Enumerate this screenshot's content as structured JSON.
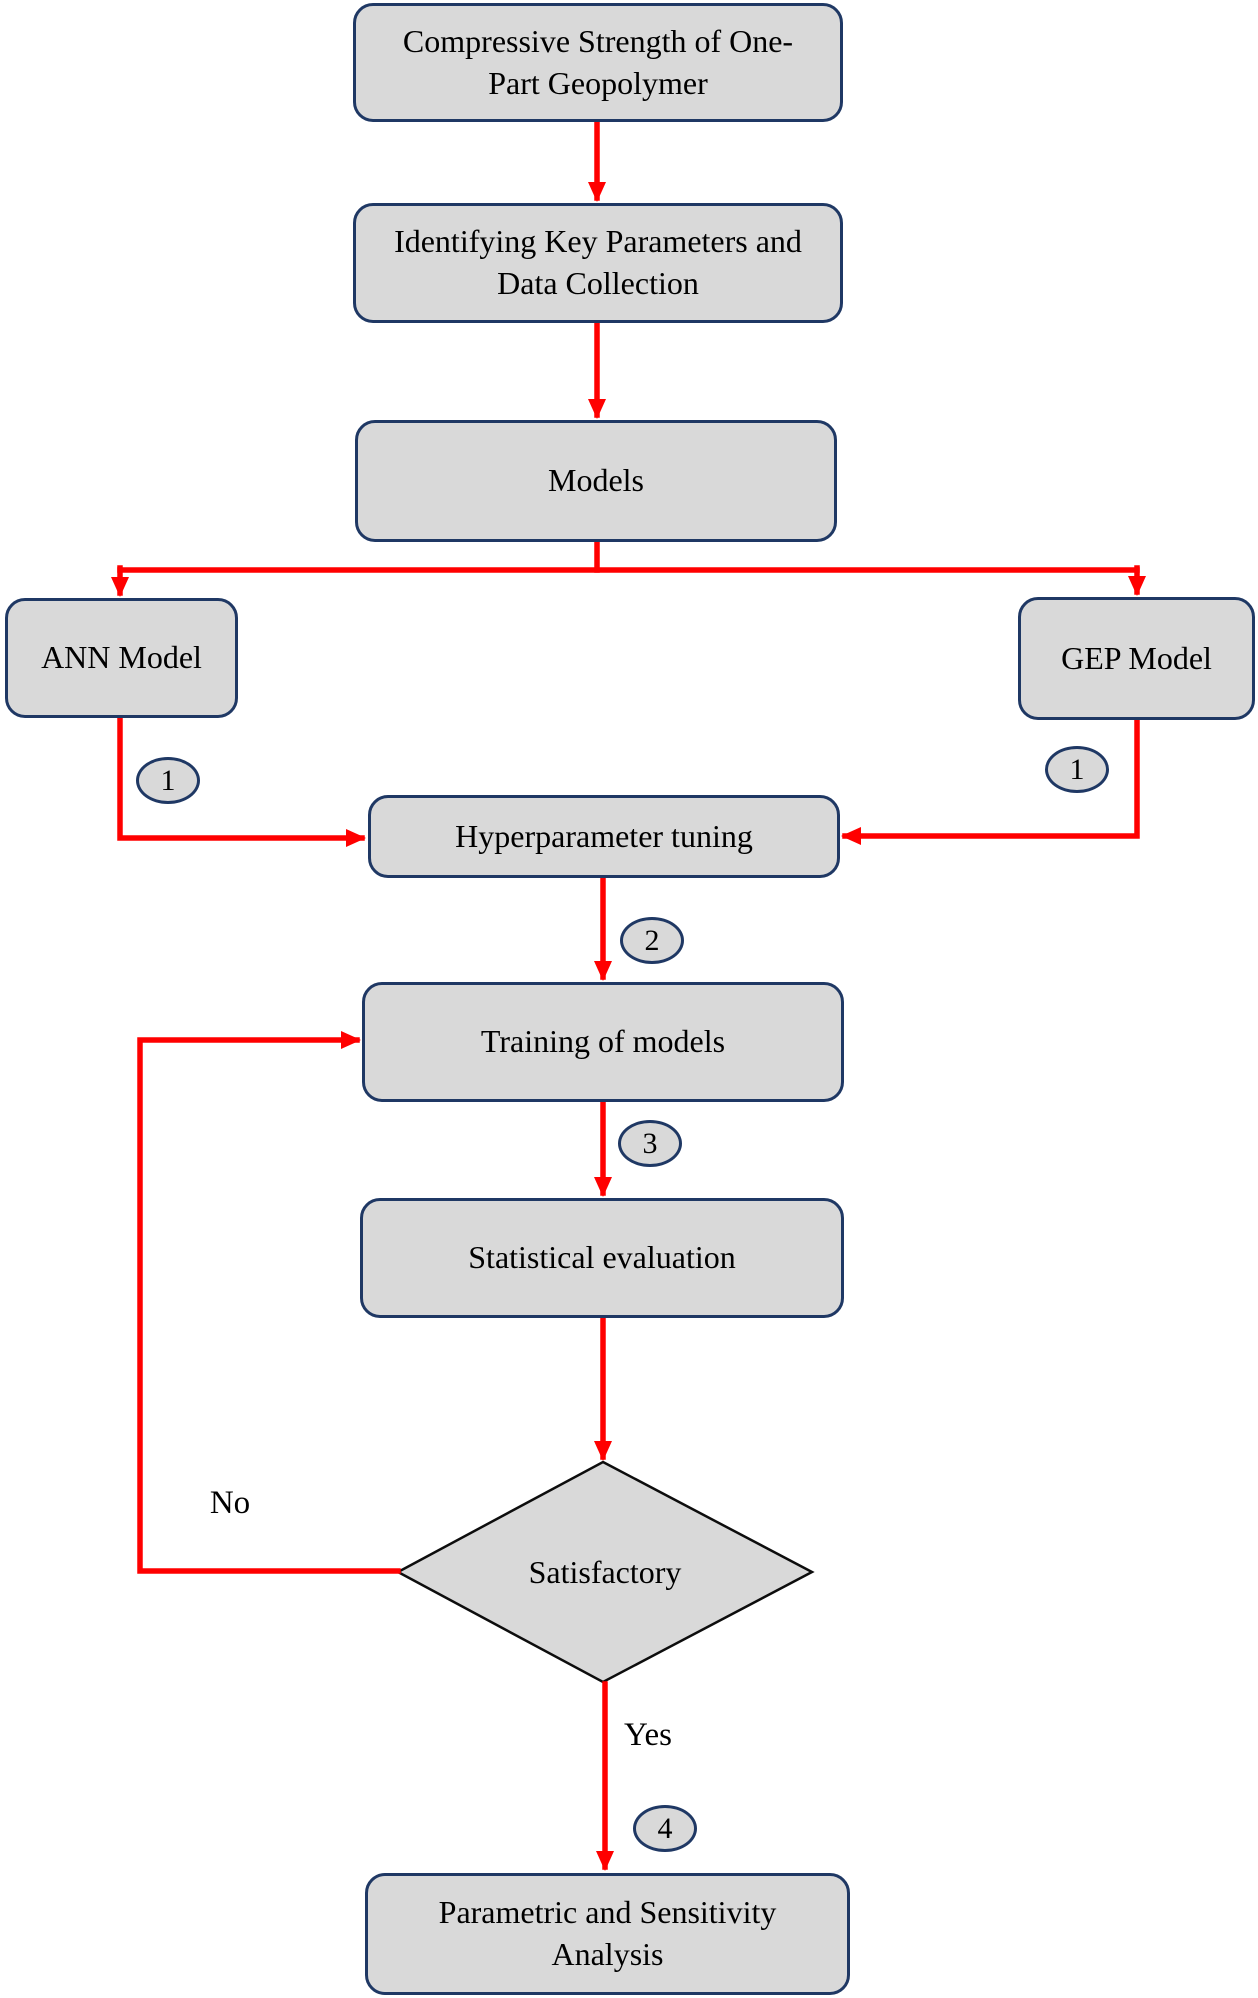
{
  "colors": {
    "box_fill": "#d9d9d9",
    "box_border": "#1f3864",
    "arrow": "#ff0000",
    "diamond_border": "#0d0d0d",
    "text": "#000000"
  },
  "nodes": {
    "start": {
      "label": "Compressive Strength of One-\nPart Geopolymer"
    },
    "identify": {
      "label": "Identifying Key Parameters and\nData Collection"
    },
    "models": {
      "label": "Models"
    },
    "ann": {
      "label": "ANN Model"
    },
    "gep": {
      "label": "GEP Model"
    },
    "tuning": {
      "label": "Hyperparameter tuning"
    },
    "training": {
      "label": "Training of models"
    },
    "evaluation": {
      "label": "Statistical evaluation"
    },
    "decision": {
      "label": "Satisfactory"
    },
    "final": {
      "label": "Parametric and Sensitivity\nAnalysis"
    }
  },
  "badges": {
    "ann_step": "1",
    "gep_step": "1",
    "step2": "2",
    "step3": "3",
    "step4": "4"
  },
  "edge_labels": {
    "no": "No",
    "yes": "Yes"
  }
}
